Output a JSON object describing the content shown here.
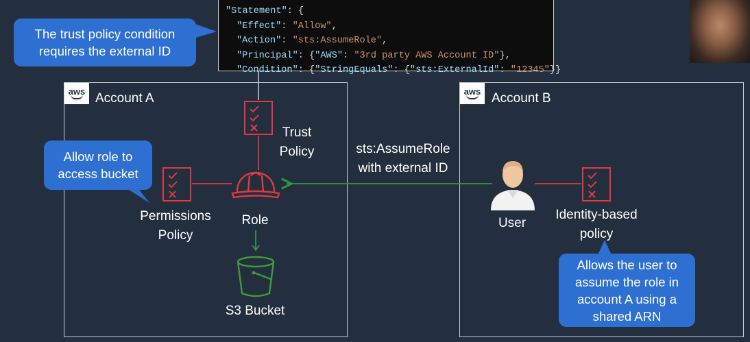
{
  "code": {
    "line1": {
      "key": "\"Statement\"",
      "rest": ": {"
    },
    "effect": {
      "key": "\"Effect\"",
      "value": "\"Allow\""
    },
    "action": {
      "key": "\"Action\"",
      "value": "\"sts:AssumeRole\""
    },
    "principal": {
      "key": "\"Principal\"",
      "inner_key": "\"AWS\"",
      "value": "\"3rd party AWS Account ID\""
    },
    "condition": {
      "key": "\"Condition\"",
      "op_key": "\"StringEquals\"",
      "cond_key": "\"sts:ExternalId\"",
      "value": "\"12345\""
    }
  },
  "callouts": {
    "trust_condition": [
      "The trust policy condition",
      "requires the external ID"
    ],
    "allow_role": [
      "Allow role to",
      "access bucket"
    ],
    "allows_user": [
      "Allows the user to",
      "assume the role in",
      "account A using a",
      "shared ARN"
    ]
  },
  "account_a": {
    "badge": "aws",
    "title": "Account A"
  },
  "account_b": {
    "badge": "aws",
    "title": "Account B"
  },
  "nodes": {
    "trust_policy": [
      "Trust",
      "Policy"
    ],
    "permissions_policy": [
      "Permissions",
      "Policy"
    ],
    "role": "Role",
    "s3_bucket": "S3 Bucket",
    "user": "User",
    "identity_policy": [
      "Identity-based",
      "policy"
    ]
  },
  "edge_label": [
    "sts:AssumeRole",
    "with external ID"
  ],
  "colors": {
    "background": "#232f3e",
    "callout": "#2e6fd2",
    "policy_red": "#e0393e",
    "bucket_green": "#3f9b3a",
    "arrow_green": "#2e9c3e"
  },
  "icons": {
    "policy": "checklist-icon",
    "role": "hard-hat-icon",
    "bucket": "s3-bucket-icon",
    "user": "user-avatar-icon"
  }
}
